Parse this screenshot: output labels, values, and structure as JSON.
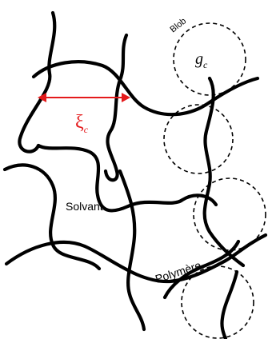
{
  "labels": {
    "blob": "Blob",
    "g_main": "g",
    "g_sub": "c",
    "xi_main": "ξ",
    "xi_sub": "c",
    "solvant": "Solvant",
    "polymere": "Polymère"
  },
  "colors": {
    "chain": "#000000",
    "blob": "#000000",
    "accent": "#e41a1c"
  }
}
